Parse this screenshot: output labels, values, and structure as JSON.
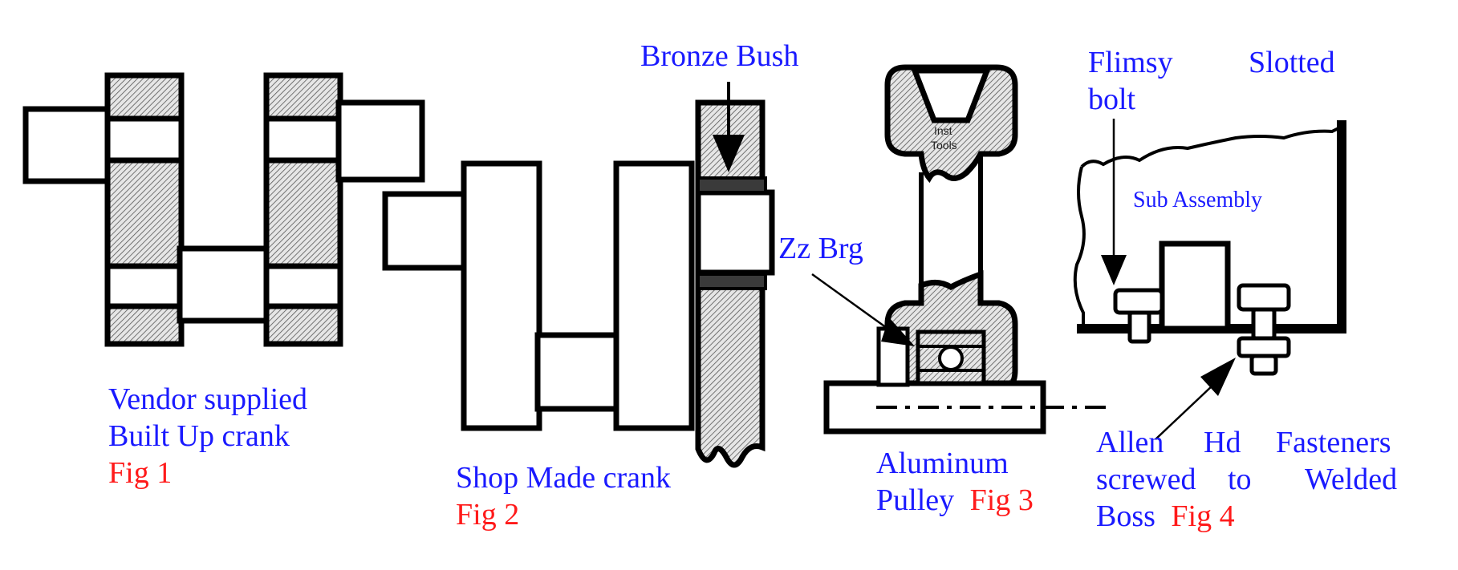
{
  "fig1": {
    "caption_line1": "Vendor supplied",
    "caption_line2": "Built Up crank",
    "fig_label": "Fig 1"
  },
  "fig2": {
    "bush_label": "Bronze Bush",
    "caption": "Shop Made crank",
    "fig_label": "Fig 2"
  },
  "fig3": {
    "bearing_label": "Zz Brg",
    "logo_line1": "Inst",
    "logo_line2": "Tools",
    "caption_line1": "Aluminum",
    "caption_line2": "Pulley",
    "fig_label": "Fig 3"
  },
  "fig4": {
    "bolt_label_line1": "Flimsy",
    "bolt_label_line2": "bolt",
    "slot_label": "Slotted",
    "sub_label": "Sub Assembly",
    "caption_line1_a": "Allen",
    "caption_line1_b": "Hd",
    "caption_line1_c": "Fasteners",
    "caption_line2_a": "screwed",
    "caption_line2_b": "to",
    "caption_line2_c": "Welded",
    "caption_line3": "Boss",
    "fig_label": "Fig 4"
  },
  "colors": {
    "label_blue": "#1a1aff",
    "label_red": "#ff1a1a",
    "line": "#000000",
    "hatch": "#cfcfcf",
    "bush": "#3a3a3a"
  }
}
